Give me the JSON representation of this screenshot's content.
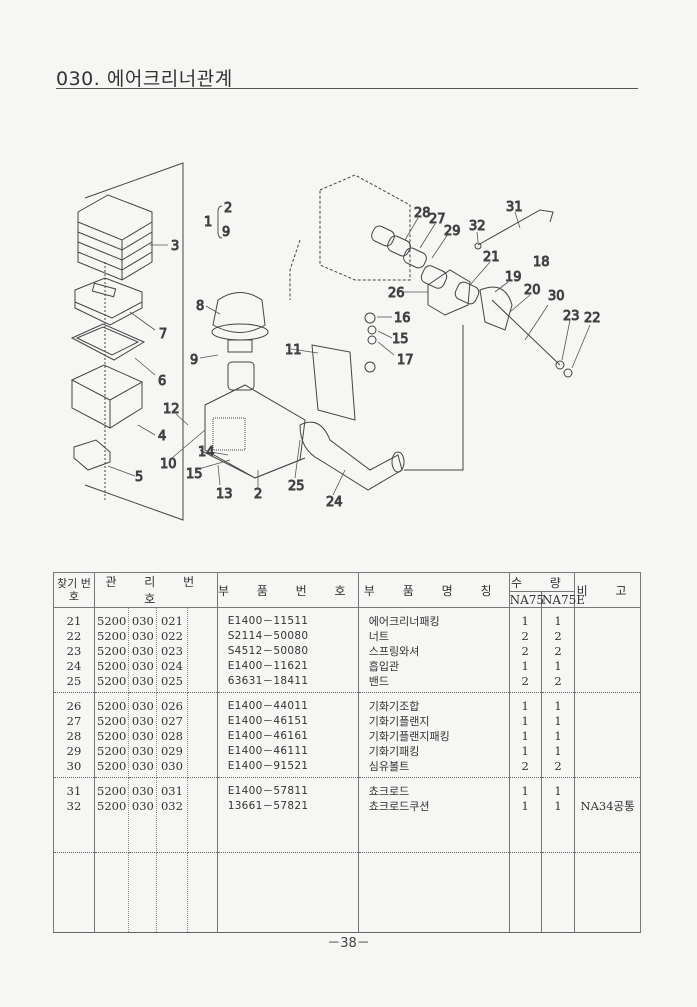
{
  "header": {
    "section_code": "030.",
    "section_title": "에어크리너관계"
  },
  "diagram": {
    "callouts": [
      "1",
      "2",
      "9",
      "3",
      "7",
      "6",
      "4",
      "5",
      "8",
      "9",
      "11",
      "12",
      "10",
      "14",
      "15",
      "13",
      "2",
      "25",
      "24",
      "16",
      "15",
      "17",
      "26",
      "28",
      "27",
      "29",
      "32",
      "31",
      "21",
      "18",
      "19",
      "20",
      "30",
      "23",
      "22"
    ],
    "assembly_group": {
      "parent": "1",
      "from": "2",
      "to": "9"
    }
  },
  "table": {
    "headers": {
      "ref_no": "찾기 번호",
      "mgmt_no": "관 리 번 호",
      "part_no": "부 품 번 호",
      "part_name": "부 품 명 칭",
      "qty": "수 량",
      "qty_na75": "NA75",
      "qty_na75e": "NA75E",
      "remarks": "비 고"
    },
    "groups": [
      {
        "rows": [
          {
            "ref": "21",
            "m1": "5200",
            "m2": "030",
            "m3": "021",
            "part_no": "E1400－11511",
            "name": "에어크리너패킹",
            "na75": "1",
            "na75e": "1",
            "remark": ""
          },
          {
            "ref": "22",
            "m1": "5200",
            "m2": "030",
            "m3": "022",
            "part_no": "S2114－50080",
            "name": "너트",
            "na75": "2",
            "na75e": "2",
            "remark": ""
          },
          {
            "ref": "23",
            "m1": "5200",
            "m2": "030",
            "m3": "023",
            "part_no": "S4512－50080",
            "name": "스프링와셔",
            "na75": "2",
            "na75e": "2",
            "remark": ""
          },
          {
            "ref": "24",
            "m1": "5200",
            "m2": "030",
            "m3": "024",
            "part_no": "E1400－11621",
            "name": "흡입관",
            "na75": "1",
            "na75e": "1",
            "remark": ""
          },
          {
            "ref": "25",
            "m1": "5200",
            "m2": "030",
            "m3": "025",
            "part_no": "63631－18411",
            "name": "밴드",
            "na75": "2",
            "na75e": "2",
            "remark": ""
          }
        ]
      },
      {
        "rows": [
          {
            "ref": "26",
            "m1": "5200",
            "m2": "030",
            "m3": "026",
            "part_no": "E1400－44011",
            "name": "기화기조합",
            "na75": "1",
            "na75e": "1",
            "remark": ""
          },
          {
            "ref": "27",
            "m1": "5200",
            "m2": "030",
            "m3": "027",
            "part_no": "E1400－46151",
            "name": "기화기플랜지",
            "na75": "1",
            "na75e": "1",
            "remark": ""
          },
          {
            "ref": "28",
            "m1": "5200",
            "m2": "030",
            "m3": "028",
            "part_no": "E1400－46161",
            "name": "기화기플랜지패킹",
            "na75": "1",
            "na75e": "1",
            "remark": ""
          },
          {
            "ref": "29",
            "m1": "5200",
            "m2": "030",
            "m3": "029",
            "part_no": "E1400－46111",
            "name": "기화기패킹",
            "na75": "1",
            "na75e": "1",
            "remark": ""
          },
          {
            "ref": "30",
            "m1": "5200",
            "m2": "030",
            "m3": "030",
            "part_no": "E1400－91521",
            "name": "심유볼트",
            "na75": "2",
            "na75e": "2",
            "remark": ""
          }
        ]
      },
      {
        "rows": [
          {
            "ref": "31",
            "m1": "5200",
            "m2": "030",
            "m3": "031",
            "part_no": "E1400－57811",
            "name": "쵸크로드",
            "na75": "1",
            "na75e": "1",
            "remark": ""
          },
          {
            "ref": "32",
            "m1": "5200",
            "m2": "030",
            "m3": "032",
            "part_no": "13661－57821",
            "name": "쵸크로드쿠션",
            "na75": "1",
            "na75e": "1",
            "remark": "NA34공통"
          }
        ]
      },
      {
        "rows": []
      }
    ]
  },
  "footer": {
    "page_number": "－38－"
  }
}
